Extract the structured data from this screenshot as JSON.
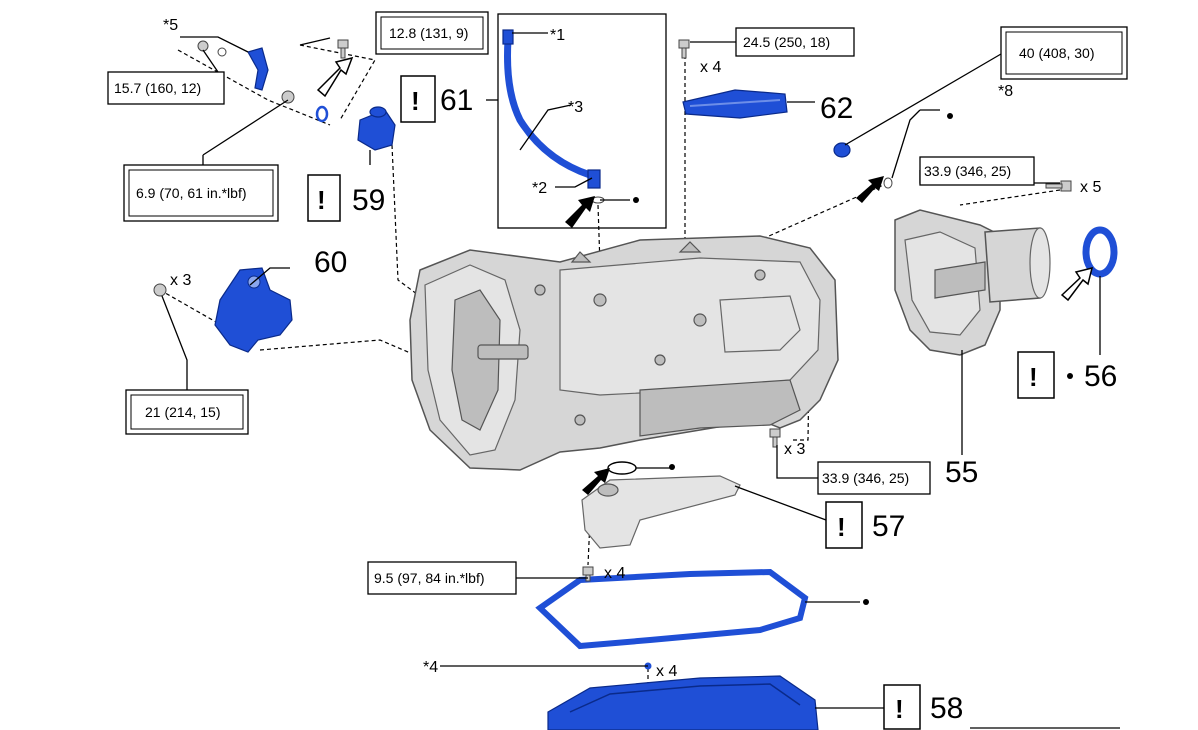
{
  "torque_specs": {
    "t1": "12.8 (131, 9)",
    "t2": "24.5 (250, 18)",
    "t3": "40 (408, 30)",
    "t4": "15.7 (160, 12)",
    "t5": "6.9 (70, 61 in.*lbf)",
    "t6": "33.9 (346, 25)",
    "t7": "21 (214, 15)",
    "t8": "33.9 (346, 25)",
    "t9": "9.5 (97, 84 in.*lbf)"
  },
  "part_numbers": {
    "p55": "55",
    "p56": "56",
    "p57": "57",
    "p58": "58",
    "p59": "59",
    "p60": "60",
    "p61": "61",
    "p62": "62"
  },
  "callouts": {
    "c1": "*1",
    "c2": "*2",
    "c3": "*3",
    "c4": "*4",
    "c5": "*5",
    "c8": "*8"
  },
  "quantities": {
    "q_62": "x 4",
    "q_55": "x 5",
    "q_60": "x 3",
    "q_33": "x 3",
    "q_pan_bolt": "x 4",
    "q_magnet": "x 4"
  },
  "caution_mark": "!",
  "colors": {
    "part_blue": "#1f4fd6",
    "housing_gray": "#d6d6d6",
    "line_black": "#000000"
  }
}
